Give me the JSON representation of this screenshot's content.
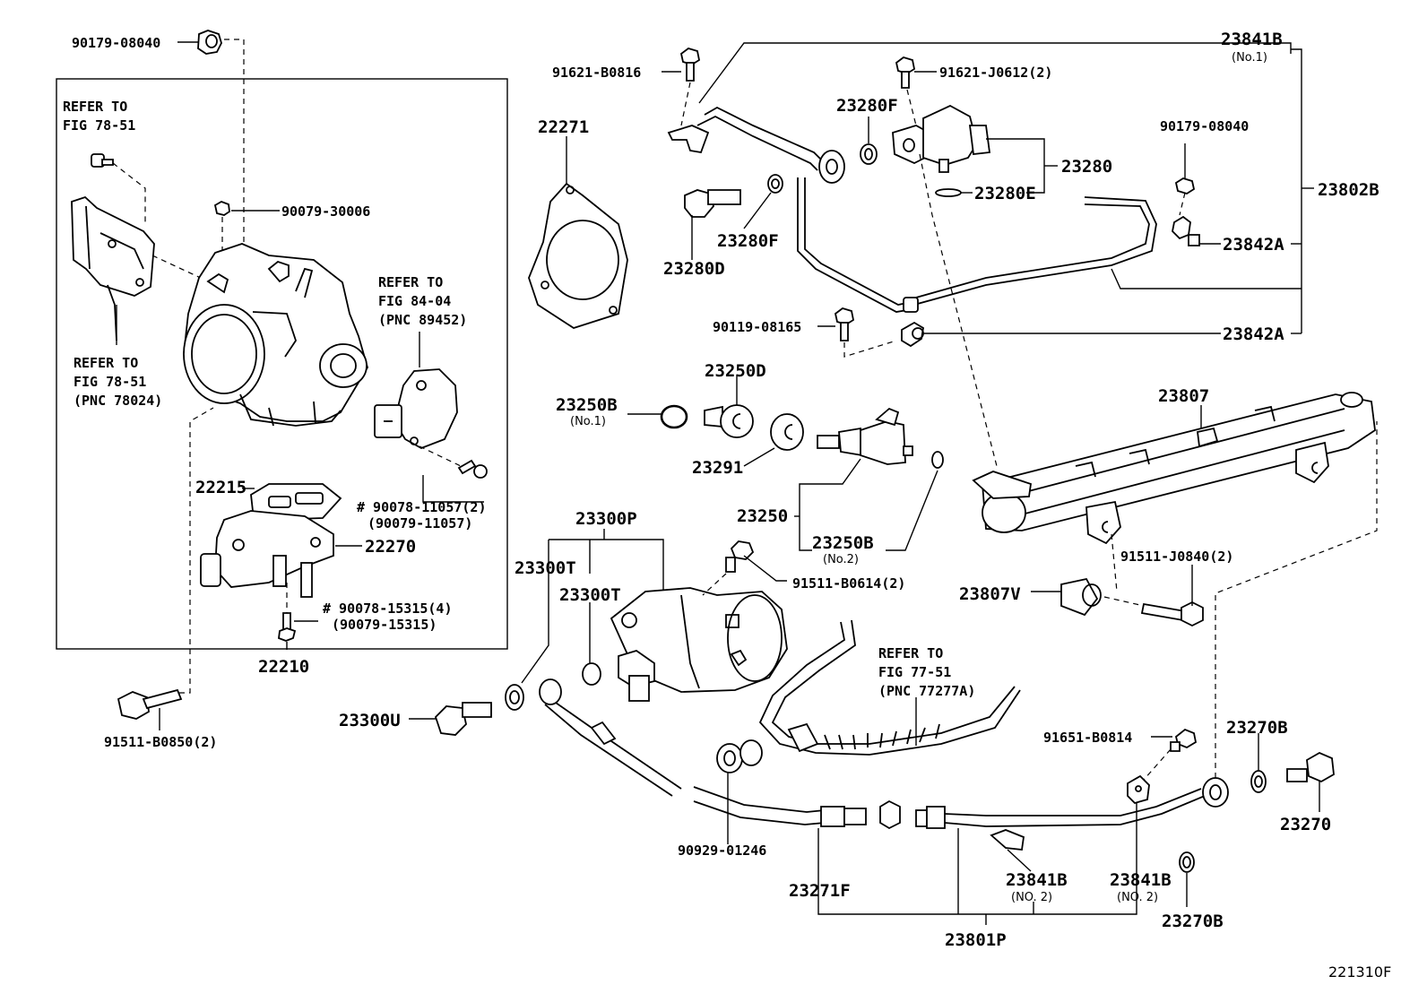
{
  "figure_id": "221310F",
  "callouts": [
    {
      "text": "90179-08040"
    },
    {
      "text": "REFER TO"
    },
    {
      "text": "FIG 78-51"
    },
    {
      "text": "90079-30006"
    },
    {
      "text": "REFER TO"
    },
    {
      "text": "FIG 78-51"
    },
    {
      "text": "(PNC 78024)"
    },
    {
      "text": "22271"
    },
    {
      "text": "REFER TO"
    },
    {
      "text": "FIG 84-04"
    },
    {
      "text": "(PNC 89452)"
    },
    {
      "text": "22215"
    },
    {
      "text": "# 90078-11057(2)"
    },
    {
      "text": "(90079-11057)"
    },
    {
      "text": "22270"
    },
    {
      "text": "# 90078-15315(4)"
    },
    {
      "text": "(90079-15315)"
    },
    {
      "text": "22210"
    },
    {
      "text": "91511-B0850(2)"
    },
    {
      "text": "91621-B0816"
    },
    {
      "text": "91621-J0612(2)"
    },
    {
      "text": "23841B"
    },
    {
      "text": "(No.1)"
    },
    {
      "text": "23280F"
    },
    {
      "text": "23280"
    },
    {
      "text": "23280E"
    },
    {
      "text": "90179-08040"
    },
    {
      "text": "23802B"
    },
    {
      "text": "23280F"
    },
    {
      "text": "23280D"
    },
    {
      "text": "23842A"
    },
    {
      "text": "90119-08165"
    },
    {
      "text": "23842A"
    },
    {
      "text": "23250D"
    },
    {
      "text": "23250B"
    },
    {
      "text": "(No.1)"
    },
    {
      "text": "23807"
    },
    {
      "text": "23291"
    },
    {
      "text": "23250"
    },
    {
      "text": "23250B"
    },
    {
      "text": "(No.2)"
    },
    {
      "text": "23300P"
    },
    {
      "text": "23300T"
    },
    {
      "text": "23300T"
    },
    {
      "text": "91511-B0614(2)"
    },
    {
      "text": "91511-J0840(2)"
    },
    {
      "text": "23807V"
    },
    {
      "text": "REFER TO"
    },
    {
      "text": "FIG 77-51"
    },
    {
      "text": "(PNC 77277A)"
    },
    {
      "text": "23300U"
    },
    {
      "text": "91651-B0814"
    },
    {
      "text": "23270B"
    },
    {
      "text": "23270"
    },
    {
      "text": "90929-01246"
    },
    {
      "text": "23841B"
    },
    {
      "text": "(NO. 2)"
    },
    {
      "text": "23841B"
    },
    {
      "text": "(NO. 2)"
    },
    {
      "text": "23271F"
    },
    {
      "text": "23270B"
    },
    {
      "text": "23801P"
    }
  ]
}
